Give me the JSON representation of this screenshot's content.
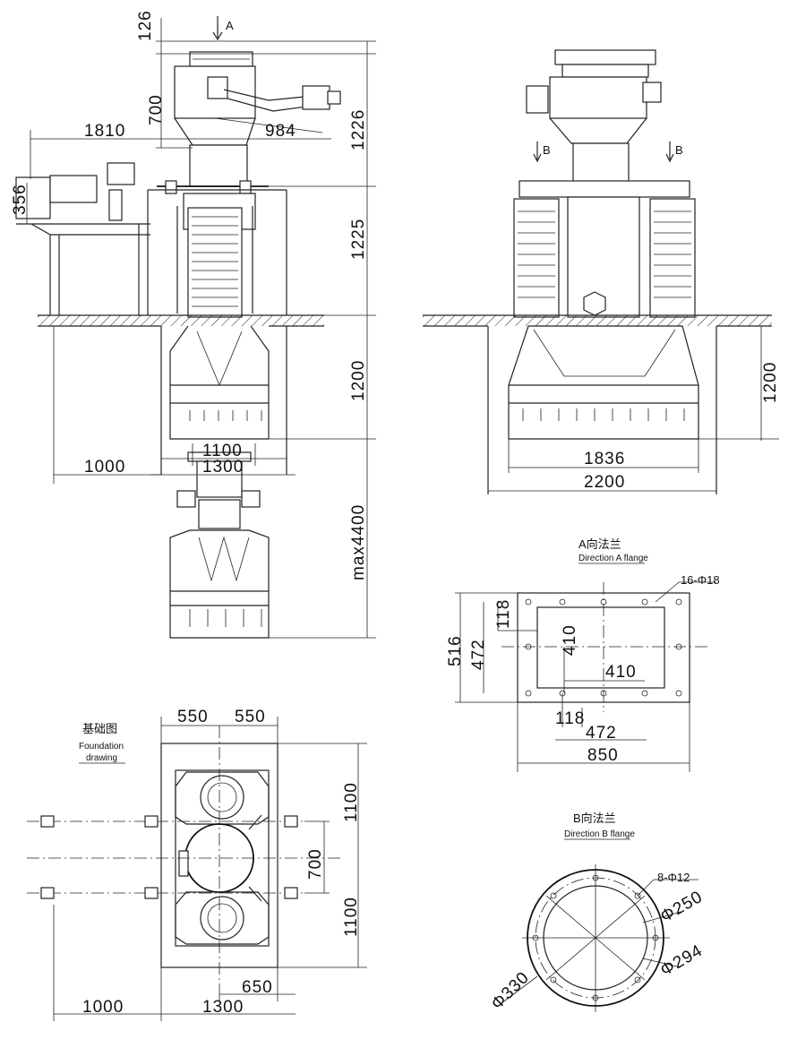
{
  "views": {
    "front": {
      "dims": {
        "d126": "126",
        "d700": "700",
        "d1810": "1810",
        "d984": "984",
        "d1226": "1226",
        "d356": "356",
        "d1225": "1225",
        "d1200": "1200",
        "d1100": "1100",
        "d1300": "1300",
        "d1000": "1000",
        "dmax": "max4400"
      },
      "arrow_label": "A"
    },
    "side": {
      "dims": {
        "d1200": "1200",
        "d1836": "1836",
        "d2200": "2200"
      },
      "arrow_label_left": "B",
      "arrow_label_right": "B"
    },
    "flange_a": {
      "title_cn": "A向法兰",
      "title_en": "Direction A flange",
      "note": "16-Φ18",
      "dims": {
        "d516": "516",
        "d472v": "472",
        "d118v": "118",
        "d410v": "410",
        "d410h": "410",
        "d118h": "118",
        "d472h": "472",
        "d850": "850"
      }
    },
    "flange_b": {
      "title_cn": "B向法兰",
      "title_en": "Direction B flange",
      "note": "8-Φ12",
      "dims": {
        "d250": "Φ250",
        "d294": "Φ294",
        "d330": "Φ330"
      }
    },
    "foundation": {
      "title_cn": "基础图",
      "title_en_1": "Foundation",
      "title_en_2": "drawing",
      "dims": {
        "d550a": "550",
        "d550b": "550",
        "d1100a": "1100",
        "d700": "700",
        "d1100b": "1100",
        "d650": "650",
        "d1000": "1000",
        "d1300": "1300"
      }
    }
  }
}
